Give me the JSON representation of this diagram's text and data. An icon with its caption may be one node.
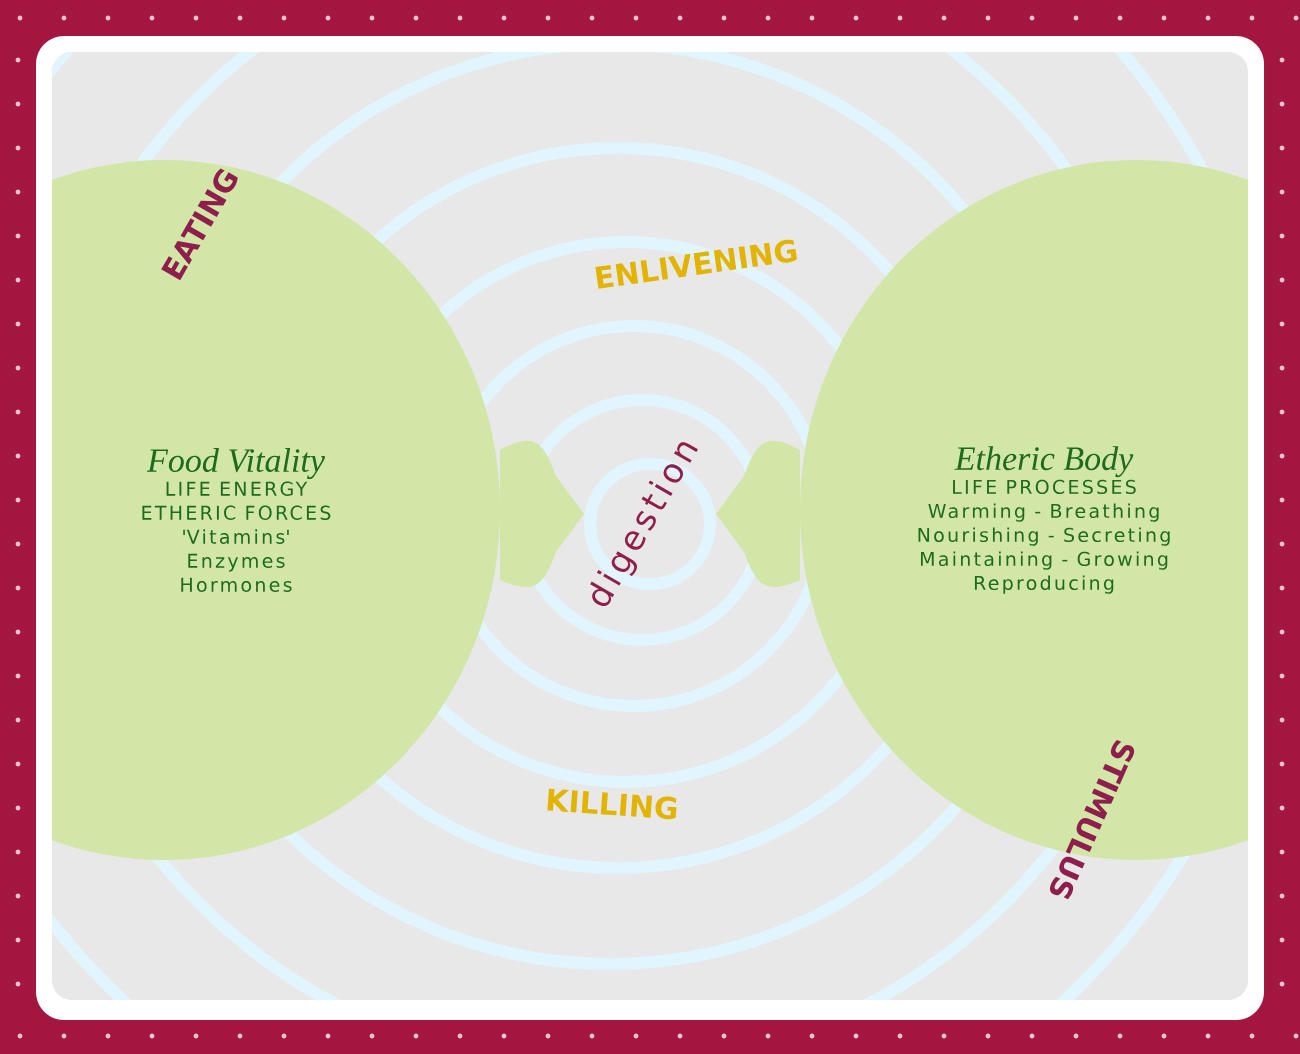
{
  "diagram": {
    "nodes": [
      {
        "text": [
          "Food Vitality",
          "LIFE ENERGY",
          "ETHERIC FORCES",
          "'Vitamins'",
          "Enzymes",
          "Hormones"
        ]
      },
      {
        "text": [
          "Etheric Body",
          "LIFE PROCESSES",
          "Warming - Breathing",
          "Nourishing - Secreting",
          "Maintaining - Growing",
          "Reproducing"
        ]
      }
    ],
    "labels": [
      "EATING",
      "ENLIVENING",
      "digestion",
      "KILLING",
      "STIMULUS"
    ]
  }
}
